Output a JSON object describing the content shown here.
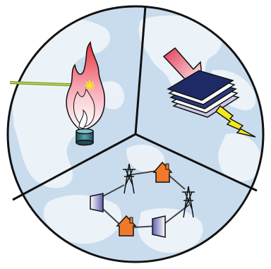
{
  "diagram": {
    "segments": [
      {
        "name": "combustion-segment",
        "icon": "flame-laser-icon"
      },
      {
        "name": "solar-segment",
        "icon": "solar-cell-lightning-icon"
      },
      {
        "name": "grid-segment",
        "icon": "power-grid-ring-icon"
      }
    ],
    "colors": {
      "ocean": "#c9dced",
      "land": "#eef3f9",
      "outline": "#111111",
      "flame": "#e8333a",
      "laser": "#a6c33a",
      "house": "#f07a2b",
      "panel": "#1e2a66",
      "bolt": "#f3e820",
      "arrow": "#e23a55",
      "inverter": "#5d5fae"
    }
  }
}
